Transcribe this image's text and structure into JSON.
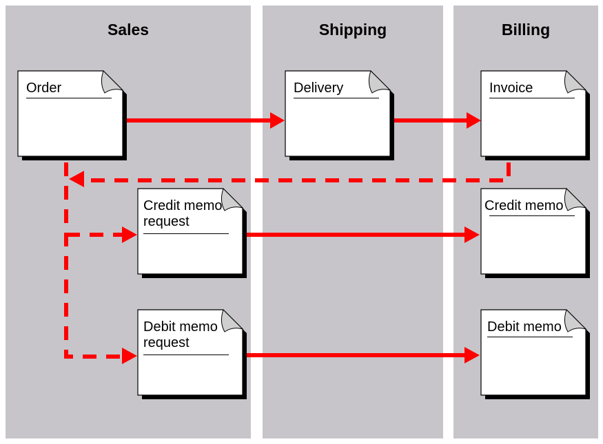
{
  "lanes": {
    "sales": "Sales",
    "shipping": "Shipping",
    "billing": "Billing"
  },
  "documents": {
    "order": "Order",
    "delivery": "Delivery",
    "invoice": "Invoice",
    "credit_memo_request": "Credit memo request",
    "credit_memo": "Credit memo",
    "debit_memo_request": "Debit memo request",
    "debit_memo": "Debit memo"
  },
  "colors": {
    "lane_background": "#c7c5ca",
    "arrow": "#ff0000",
    "document": "#ffffff"
  }
}
